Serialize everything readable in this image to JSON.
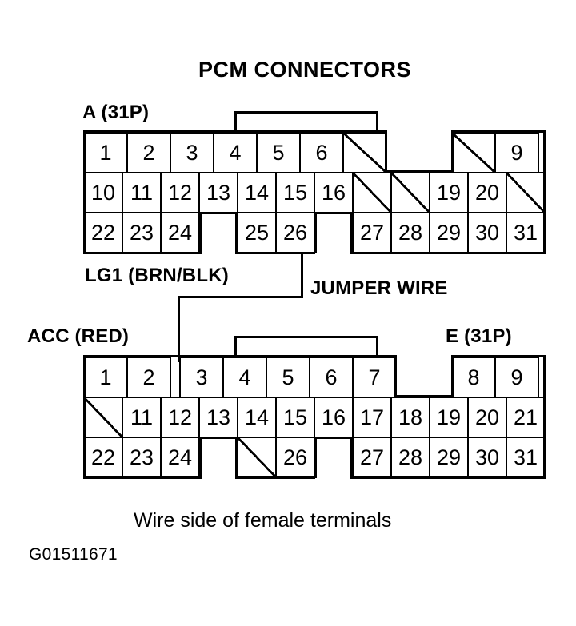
{
  "figure": {
    "title": "PCM CONNECTORS",
    "caption": "Wire side of female terminals",
    "code": "G01511671",
    "ink_color": "#000000",
    "background_color": "#ffffff"
  },
  "labels": {
    "connector_a": "A (31P)",
    "connector_e": "E (31P)",
    "acc_red": "ACC (RED)",
    "lg1": "LG1 (BRN/BLK)",
    "jumper": "JUMPER WIRE"
  },
  "connectors": [
    {
      "id": "A",
      "name": "A (31P)",
      "pin_count": "31P",
      "rows": [
        {
          "row": 1,
          "cells": [
            "1",
            "2",
            "3",
            "4",
            "5",
            "6",
            "",
            "",
            "",
            "9"
          ]
        },
        {
          "row": 2,
          "cells": [
            "10",
            "11",
            "12",
            "13",
            "14",
            "15",
            "16",
            "",
            "",
            "19",
            "20",
            ""
          ]
        },
        {
          "row": 3,
          "cells": [
            "22",
            "23",
            "24",
            "",
            "25",
            "26",
            "",
            "27",
            "28",
            "29",
            "30",
            "31"
          ]
        }
      ]
    },
    {
      "id": "E",
      "name": "E (31P)",
      "pin_count": "31P",
      "rows": [
        {
          "row": 1,
          "cells": [
            "1",
            "2",
            "3",
            "4",
            "5",
            "6",
            "7",
            "",
            "8",
            "9"
          ]
        },
        {
          "row": 2,
          "cells": [
            "",
            "11",
            "12",
            "13",
            "14",
            "15",
            "16",
            "17",
            "18",
            "19",
            "20",
            "21"
          ]
        },
        {
          "row": 3,
          "cells": [
            "22",
            "23",
            "24",
            "",
            "",
            "26",
            "",
            "27",
            "28",
            "29",
            "30",
            "31"
          ]
        }
      ]
    }
  ],
  "jumper_wire": {
    "label": "JUMPER WIRE",
    "from_pin": "26",
    "from_connector": "A",
    "to_pin": "3",
    "to_connector": "E"
  }
}
